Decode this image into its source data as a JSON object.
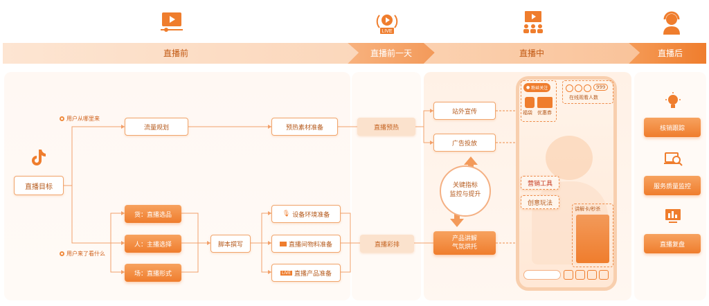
{
  "phases": [
    {
      "label": "直播前",
      "icon": "video-icon"
    },
    {
      "label": "直播前一天",
      "icon": "live-icon"
    },
    {
      "label": "直播中",
      "icon": "presentation-icon"
    },
    {
      "label": "直播后",
      "icon": "headset-icon"
    }
  ],
  "left": {
    "start_node": "直播目标",
    "logo_icon": "tiktok-icon",
    "question_top": "用户从哪里来",
    "question_bottom": "用户来了看什么",
    "traffic_plan": "流量规划",
    "goods_items": [
      "货：直播选品",
      "人：主播选择",
      "场：直播形式"
    ],
    "script_node": "脚本撰写",
    "warmup_material": "预热素材准备",
    "prep_items": [
      "设备环境准备",
      "直播间物料准备",
      "直播产品准备"
    ]
  },
  "day_before": {
    "preheat": "直播预热",
    "rehearsal": "直播彩排"
  },
  "live": {
    "offsite_promo": "站外宣传",
    "ad_placement": "广告投放",
    "core_metric": "关键指标\n监控与提升",
    "product_explain": "产品讲解\n气氛烘托",
    "marketing_tools": "营销工具",
    "creative_play": "创意玩法",
    "phone": {
      "follow_btn": "粉丝关注",
      "lucky_bag": "福袋",
      "coupon": "优惠券",
      "viewer_count": "999",
      "viewers_label": "在线观看人数",
      "explain_card": "讲解卡/秒杀"
    }
  },
  "after": {
    "items": [
      "核销跟踪",
      "服务质量监控",
      "直播复盘"
    ],
    "icons": [
      "lightbulb-icon",
      "laptop-search-icon",
      "dashboard-icon"
    ]
  },
  "colors": {
    "accent": "#ef7d2d",
    "light": "#fdebdc",
    "text": "#c25a14"
  }
}
